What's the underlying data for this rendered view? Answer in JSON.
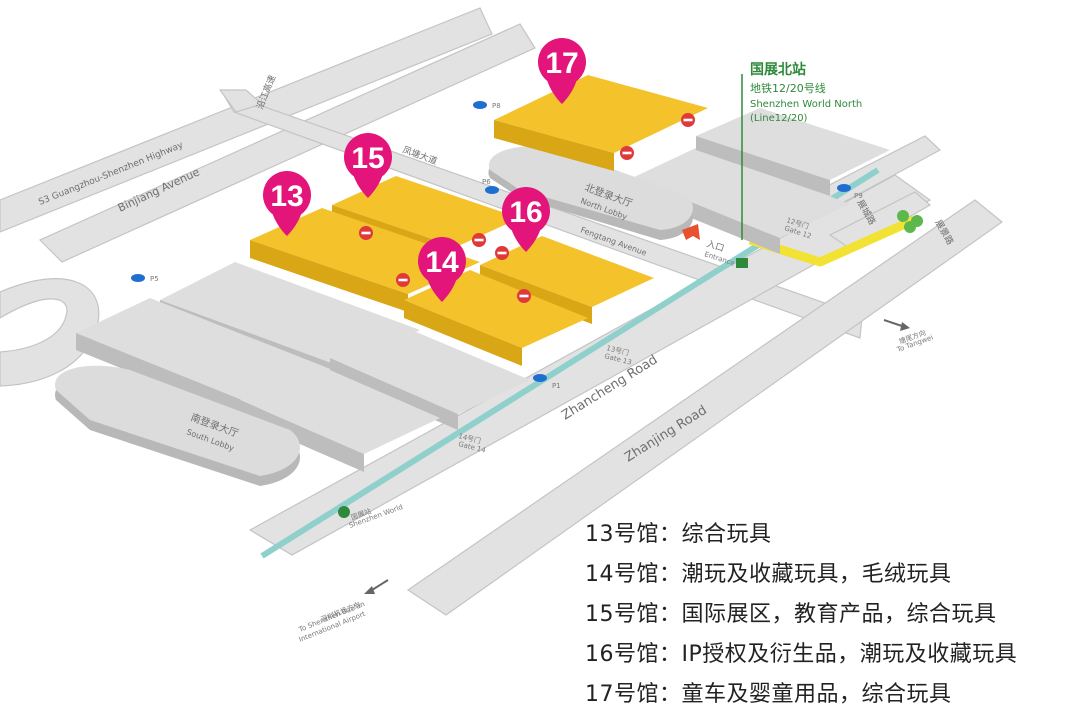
{
  "roads": {
    "highway": "S3 Guangzhou-Shenzhen Highway",
    "binjiang": "Binjiang Avenue",
    "fengtang": "Fengtang Avenue",
    "zhancheng": "Zhancheng Road",
    "zhanjing": "Zhanjing Road",
    "highway_cn": "沿江高速",
    "fengtang_cn": "凤塘大道",
    "zhancheng_cn": "展城路",
    "zhanjing_cn": "展景路"
  },
  "metro": {
    "title": "国展北站",
    "line_cn": "地铁12/20号线",
    "name_en": "Shenzhen World North",
    "line_en": "(Line12/20)",
    "line_color": "#8fd0cc"
  },
  "entrance": {
    "cn": "入口",
    "en": "Entrance"
  },
  "lobbies": {
    "north_cn": "北登录大厅",
    "north_en": "North Lobby",
    "south_cn": "南登录大厅",
    "south_en": "South Lobby"
  },
  "gates": {
    "gate12_cn": "12号门",
    "gate12_en": "Gate 12",
    "gate13_cn": "13号门",
    "gate13_en": "Gate 13",
    "gate14_cn": "14号门",
    "gate14_en": "Gate 14"
  },
  "parking": [
    "P1",
    "P5",
    "P6",
    "P8",
    "P9"
  ],
  "directions": {
    "tangwei_cn": "塘尾方向",
    "tangwei_en": "To Tangwei",
    "airport_cn": "深圳机场方向",
    "airport_en1": "To Shenzhen Bao'an",
    "airport_en2": "International Airport"
  },
  "metro_bottom": {
    "cn": "国展站",
    "en": "Shenzhen World"
  },
  "pins": [
    {
      "number": "13"
    },
    {
      "number": "14"
    },
    {
      "number": "15"
    },
    {
      "number": "16"
    },
    {
      "number": "17"
    }
  ],
  "colors": {
    "pin": "#e3147a",
    "hall": "#f4c32c",
    "parking": "#1f6fd1",
    "metro_green": "#2e8a3a",
    "walkway": "#f2e233"
  },
  "legend": [
    "13号馆：综合玩具",
    "14号馆：潮玩及收藏玩具，毛绒玩具",
    "15号馆：国际展区，教育产品，综合玩具",
    "16号馆：IP授权及衍生品，潮玩及收藏玩具",
    "17号馆：童车及婴童用品，综合玩具"
  ]
}
